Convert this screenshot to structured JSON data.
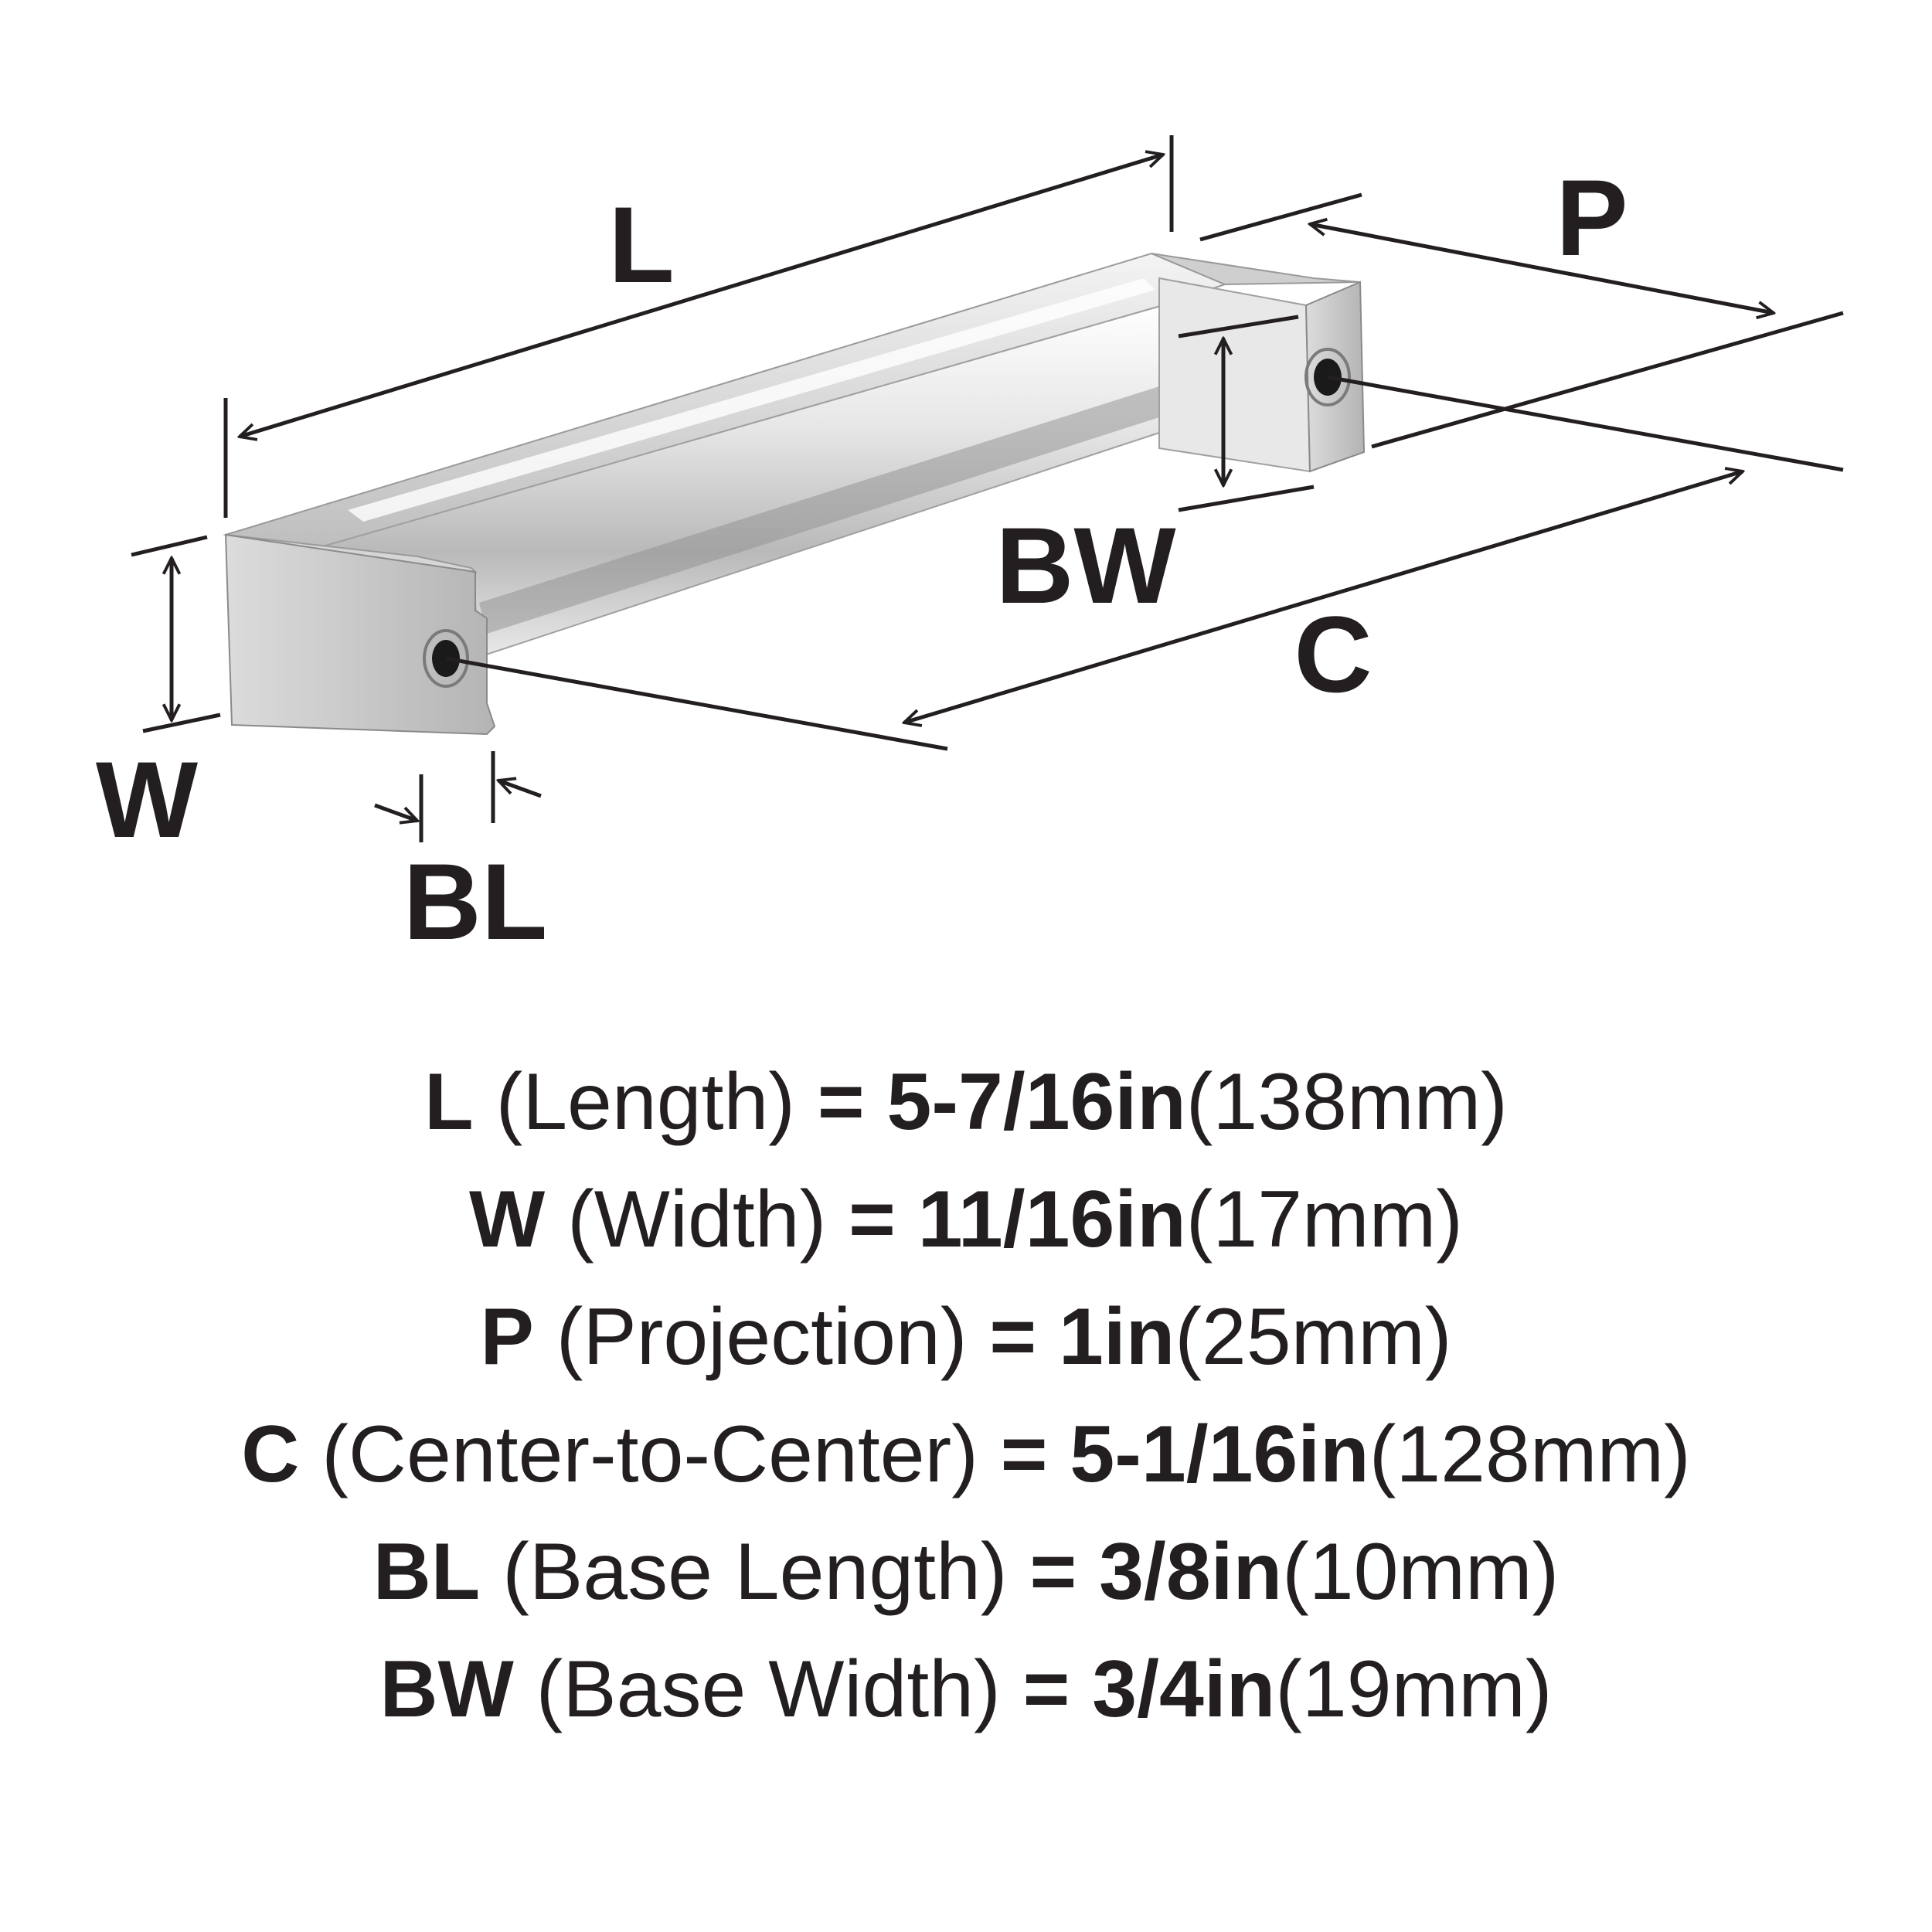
{
  "diagram": {
    "labels": {
      "L": "L",
      "P": "P",
      "BW": "BW",
      "C": "C",
      "W": "W",
      "BL": "BL"
    }
  },
  "specs": [
    {
      "symbol": "L",
      "name": "(Length)",
      "eq": "=",
      "imperial": "5-7/16in",
      "metric": "(138mm)"
    },
    {
      "symbol": "W",
      "name": "(Width)",
      "eq": "=",
      "imperial": "11/16in",
      "metric": "(17mm)"
    },
    {
      "symbol": "P",
      "name": "(Projection)",
      "eq": "=",
      "imperial": "1in",
      "metric": "(25mm)"
    },
    {
      "symbol": "C",
      "name": "(Center-to-Center)",
      "eq": "=",
      "imperial": "5-1/16in",
      "metric": "(128mm)"
    },
    {
      "symbol": "BL",
      "name": "(Base Length)",
      "eq": "=",
      "imperial": "3/8in",
      "metric": "(10mm)"
    },
    {
      "symbol": "BW",
      "name": "(Base Width)",
      "eq": "=",
      "imperial": "3/4in",
      "metric": "(19mm)"
    }
  ]
}
